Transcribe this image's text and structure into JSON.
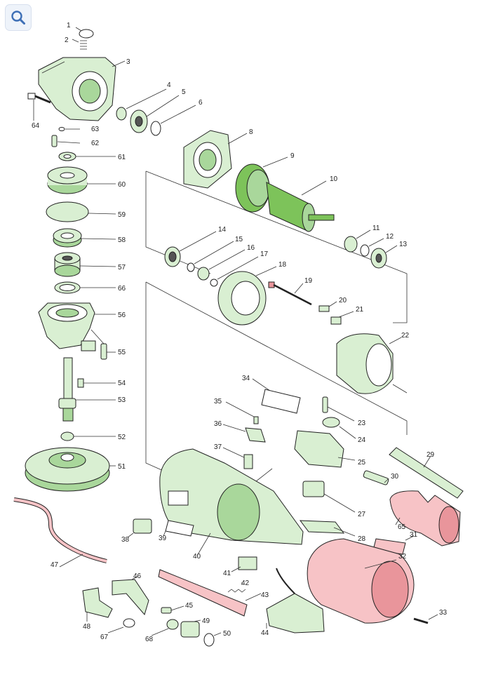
{
  "toolbar": {
    "search_icon": "magnifier-icon"
  },
  "colors": {
    "highlight_green": "#7dc35a",
    "light_green": "#d9efd2",
    "highlight_red": "#f7c3c6"
  },
  "parts": {
    "p1": "1",
    "p2": "2",
    "p3": "3",
    "p4": "4",
    "p5": "5",
    "p6": "6",
    "p8": "8",
    "p9": "9",
    "p10": "10",
    "p11": "11",
    "p12": "12",
    "p13": "13",
    "p14": "14",
    "p15": "15",
    "p16": "16",
    "p17": "17",
    "p18": "18",
    "p19": "19",
    "p20": "20",
    "p21": "21",
    "p22": "22",
    "p23": "23",
    "p24": "24",
    "p25": "25",
    "p27": "27",
    "p28": "28",
    "p29": "29",
    "p30": "30",
    "p31": "31",
    "p32": "32",
    "p33": "33",
    "p34": "34",
    "p35": "35",
    "p36": "36",
    "p37": "37",
    "p38": "38",
    "p39": "39",
    "p40": "40",
    "p41": "41",
    "p42": "42",
    "p43": "43",
    "p44": "44",
    "p45": "45",
    "p46": "46",
    "p47": "47",
    "p48": "48",
    "p49": "49",
    "p50": "50",
    "p51": "51",
    "p52": "52",
    "p53": "53",
    "p54": "54",
    "p55": "55",
    "p56": "56",
    "p57": "57",
    "p58": "58",
    "p59": "59",
    "p60": "60",
    "p61": "61",
    "p62": "62",
    "p63": "63",
    "p64": "64",
    "p65": "65",
    "p66": "66",
    "p67": "67",
    "p68": "68"
  }
}
